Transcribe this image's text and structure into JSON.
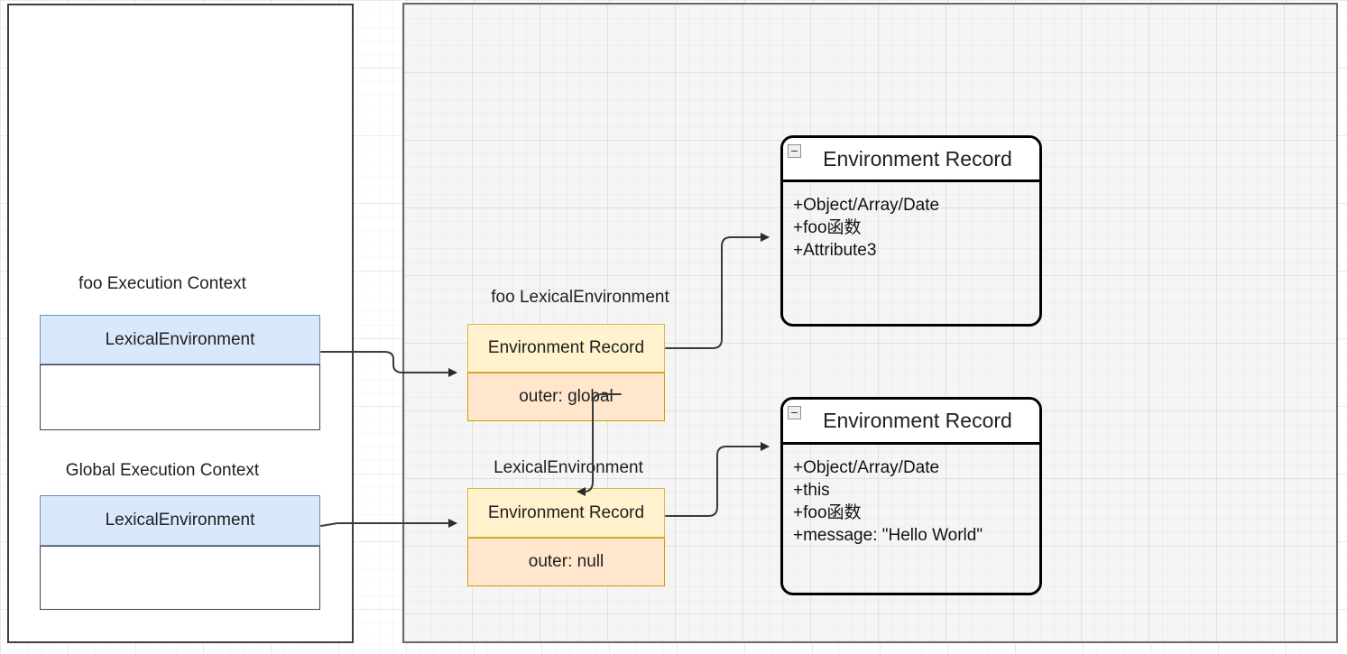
{
  "left_panel": {
    "foo_context": {
      "label": "foo Execution Context",
      "lexical_environment": "LexicalEnvironment"
    },
    "global_context": {
      "label": "Global Execution Context",
      "lexical_environment": "LexicalEnvironment"
    }
  },
  "lexical_environments": {
    "foo": {
      "label": "foo LexicalEnvironment",
      "record": "Environment Record",
      "outer": "outer: global"
    },
    "global": {
      "label": "LexicalEnvironment",
      "record": "Environment Record",
      "outer": "outer: null"
    }
  },
  "environment_records": {
    "foo": {
      "title": "Environment Record",
      "attributes": [
        "+Object/Array/Date",
        "+foo函数",
        "+Attribute3"
      ]
    },
    "global": {
      "title": "Environment Record",
      "attributes": [
        "+Object/Array/Date",
        "+this",
        "+foo函数",
        "+message: \"Hello World\""
      ]
    }
  },
  "icons": {
    "collapse_glyph": "−"
  },
  "colors": {
    "blue_fill": "#DAE8FC",
    "blue_border": "#6C8EBF",
    "yellow_fill": "#FFF2CC",
    "yellow_border": "#D6B656",
    "orange_fill": "#FFE6CC",
    "orange_border": "#D79B00",
    "panel_fill": "#F5F5F5",
    "panel_border": "#666666",
    "connector": "#3A3A3A"
  }
}
